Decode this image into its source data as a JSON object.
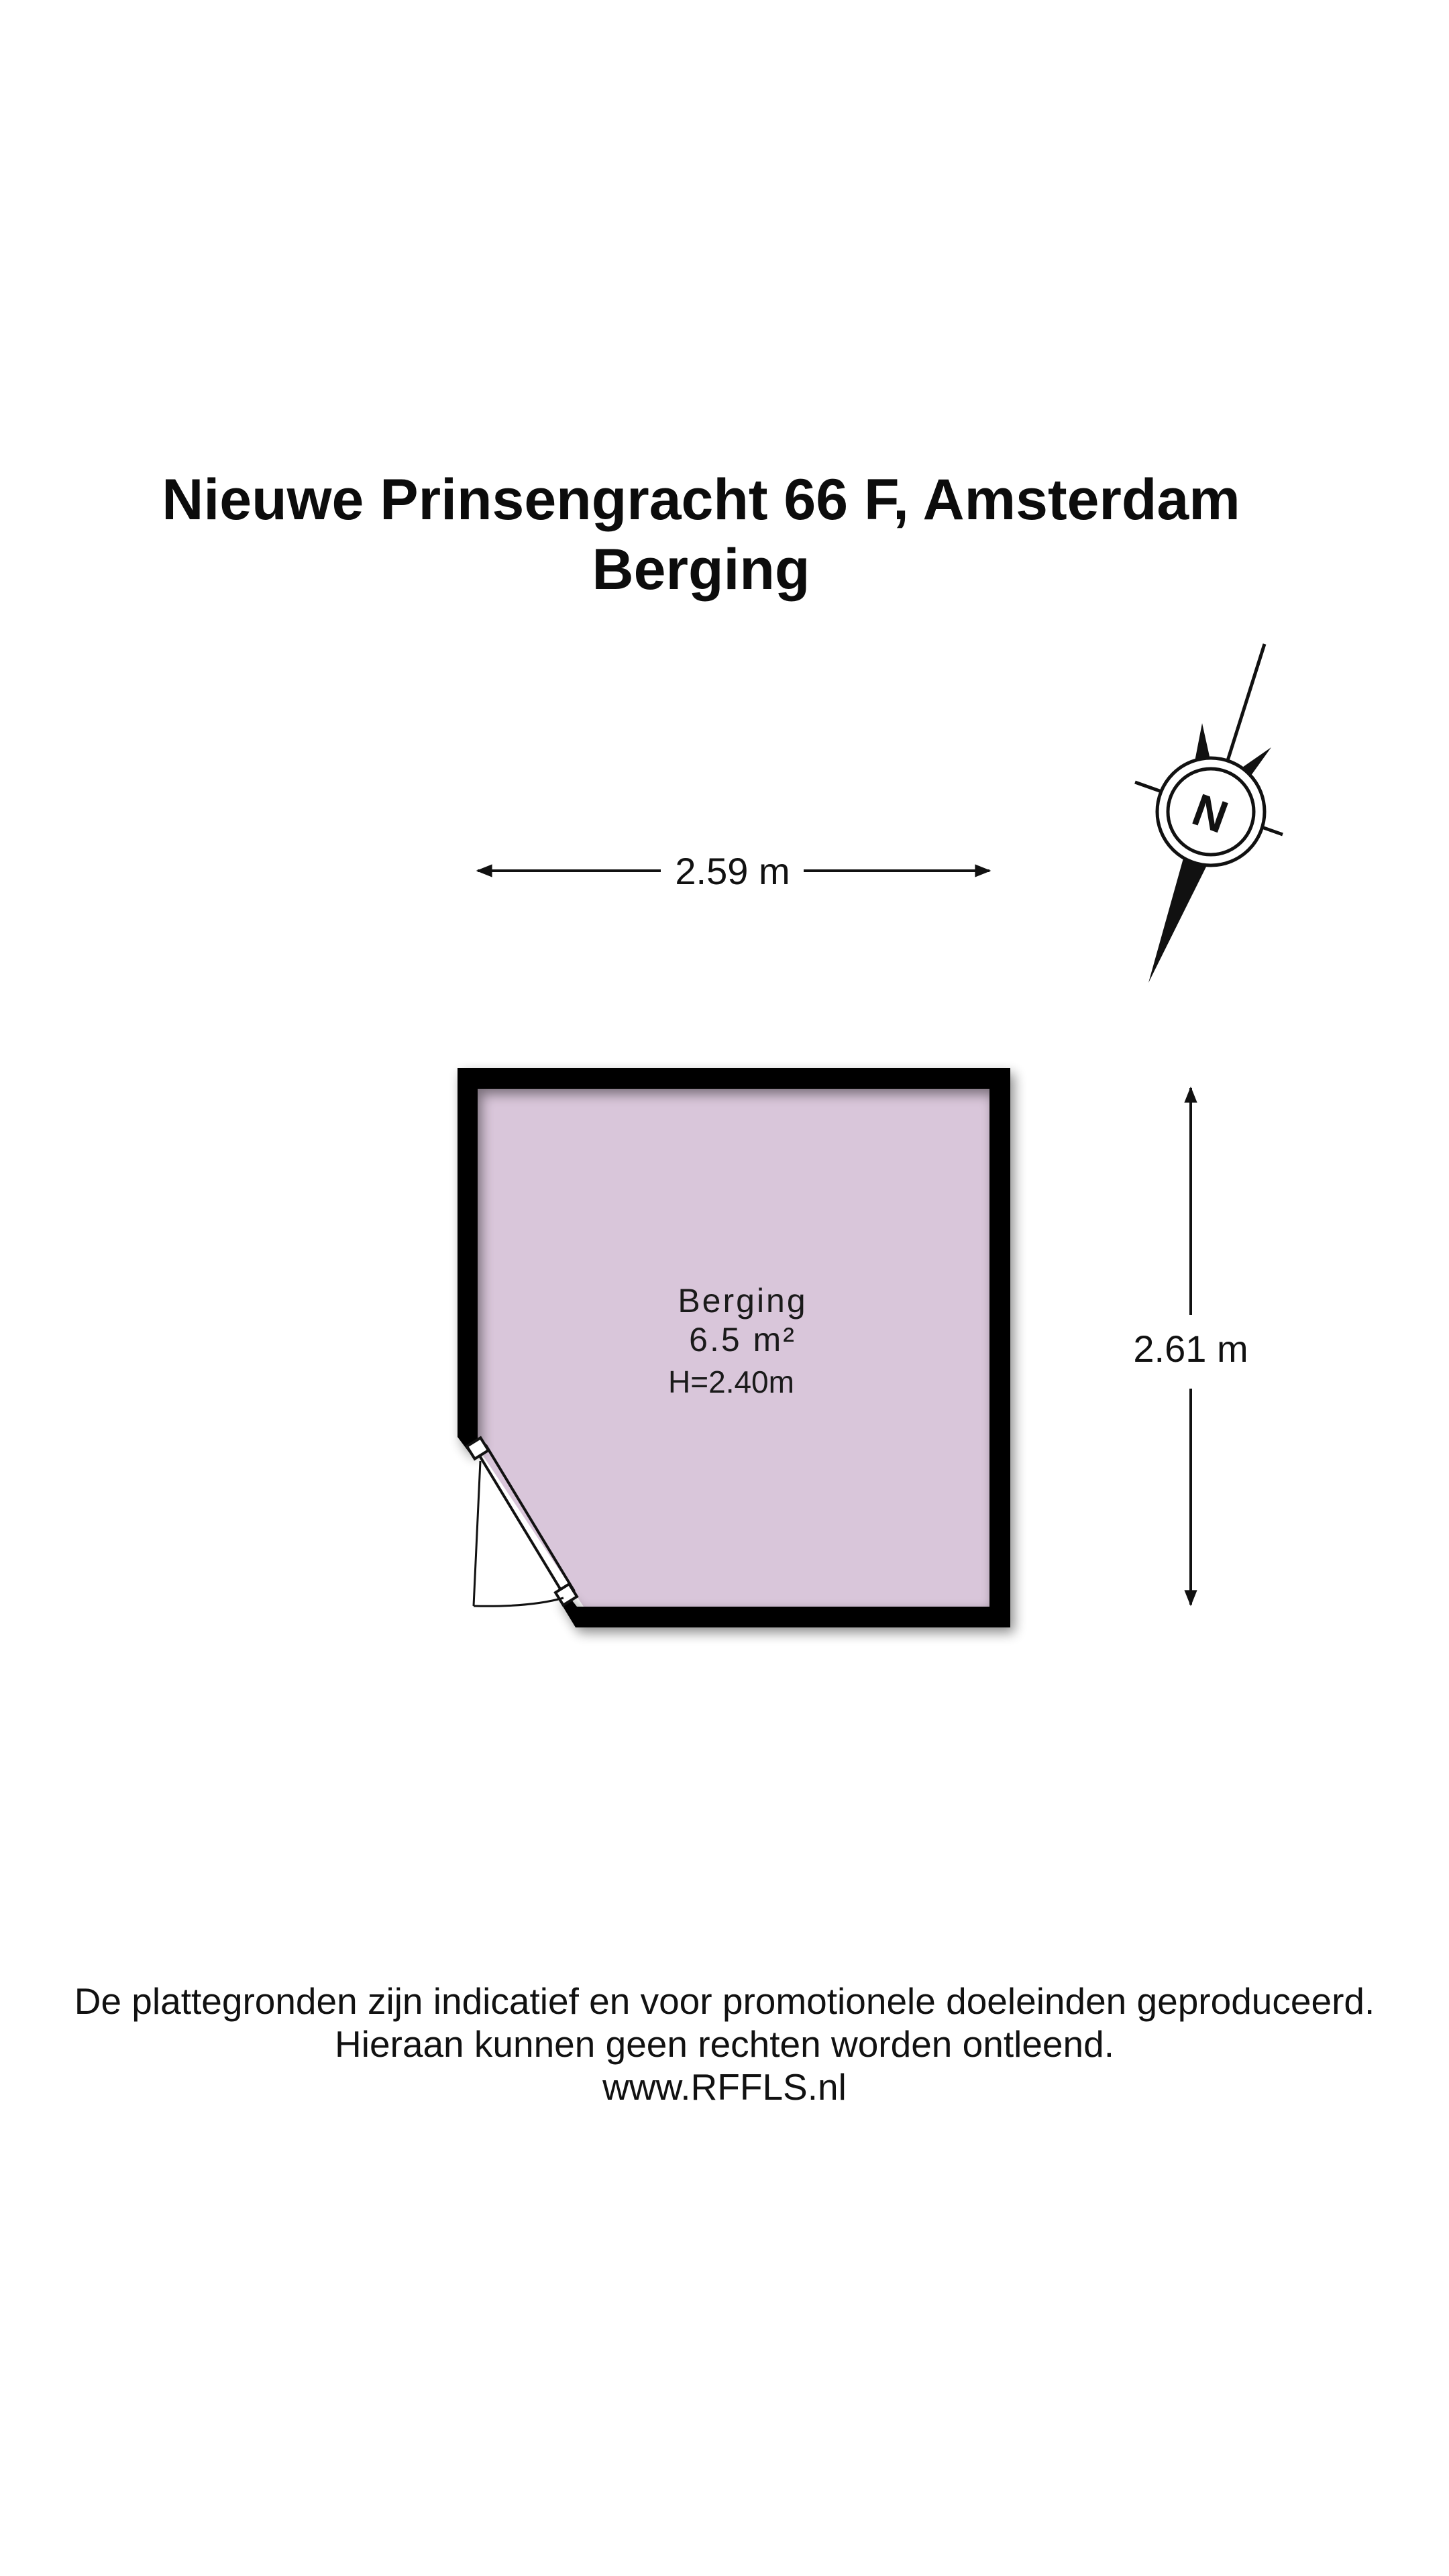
{
  "header": {
    "address": "Nieuwe Prinsengracht 66 F, Amsterdam",
    "floor": "Berging"
  },
  "compass": {
    "label": "N",
    "icon": "compass-north-icon"
  },
  "dimensions": {
    "width": "2.59 m",
    "depth": "2.61 m"
  },
  "room": {
    "name": "Berging",
    "area": "6.5 m²",
    "height": "H=2.40m",
    "fill_color": "#d9c6da",
    "wall_color": "#000000"
  },
  "footer": {
    "line1": "De plattegronden zijn indicatief en voor promotionele doeleinden geproduceerd.",
    "line2": "Hieraan kunnen geen rechten worden ontleend.",
    "website": "www.RFFLS.nl"
  }
}
